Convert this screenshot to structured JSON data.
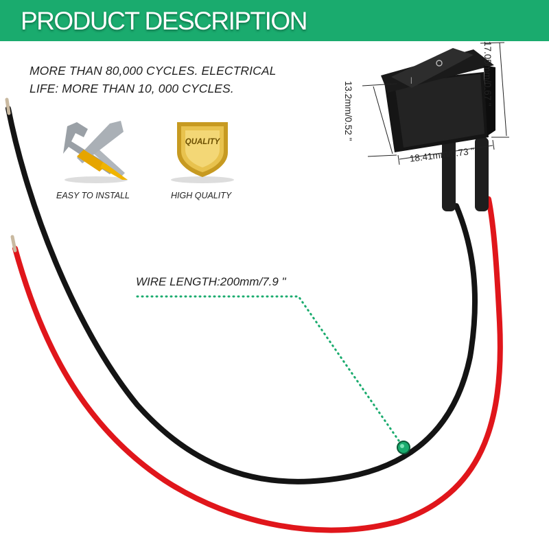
{
  "header": {
    "title": "PRODUCT DESCRIPTION"
  },
  "spec": {
    "lines": "MORE THAN 80,000 CYCLES. ELECTRICAL LIFE: MORE THAN 10, 000 CYCLES."
  },
  "features": {
    "install_label": "EASY TO INSTALL",
    "quality_label": "HIGH QUALITY",
    "quality_badge": "QUALITY"
  },
  "wire": {
    "label": "WIRE LENGTH:200mm/7.9 \""
  },
  "dimensions": {
    "height": "13.2mm/0.52 \"",
    "width": "18.41mm/0.73 \"",
    "depth": "17.05mm/0.67 \""
  },
  "colors": {
    "header_bg": "#1aab6e",
    "wire_red": "#e0161b",
    "wire_black": "#141414",
    "accent_green": "#1aab6e"
  }
}
